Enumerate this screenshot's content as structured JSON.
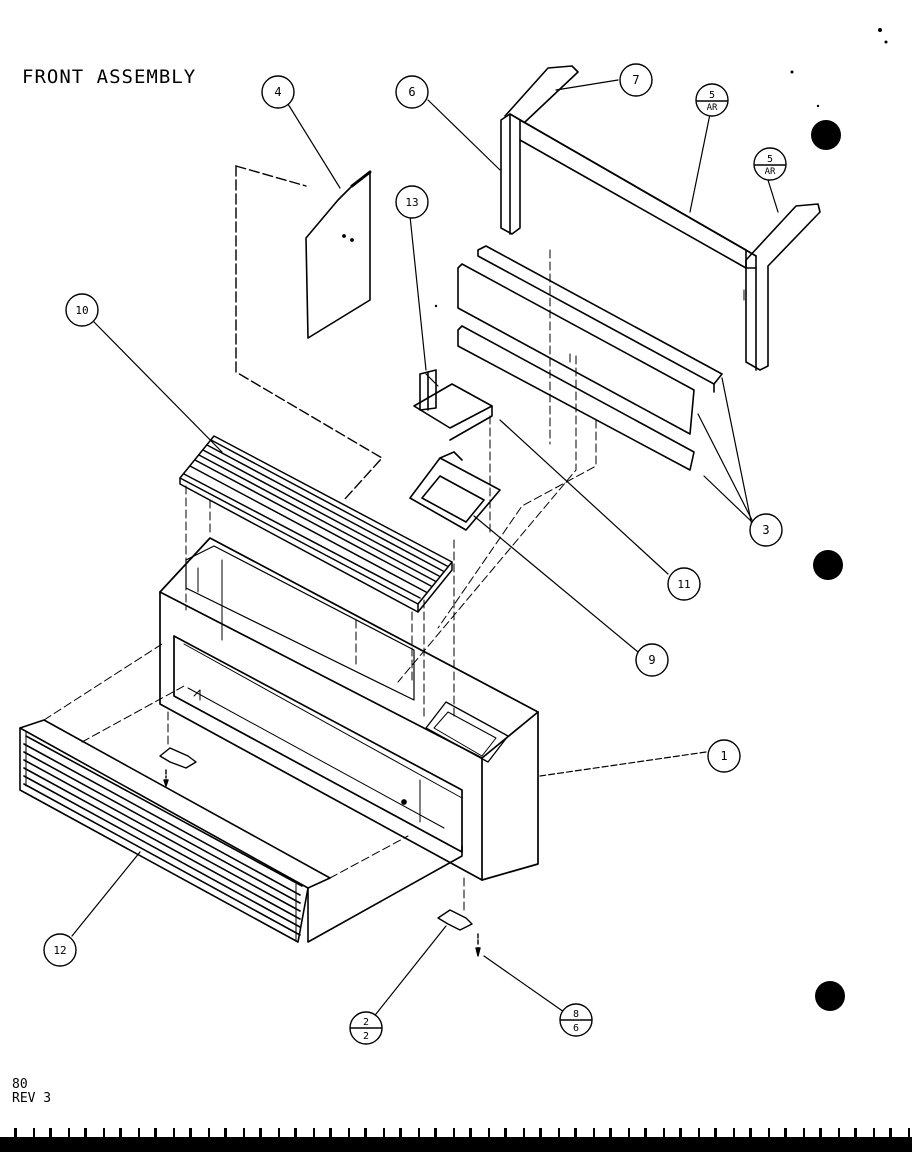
{
  "title": "FRONT ASSEMBLY",
  "footer": {
    "line1": "80",
    "line2": "REV 3"
  },
  "callouts": {
    "c1": "1",
    "c2_top": "2",
    "c2_bottom": "2",
    "c3": "3",
    "c4": "4",
    "c5a_top": "5",
    "c5a_bottom": "AR",
    "c5b_top": "5",
    "c5b_bottom": "AR",
    "c6": "6",
    "c7": "7",
    "c8_top": "8",
    "c8_bottom": "6",
    "c9": "9",
    "c10": "10",
    "c11": "11",
    "c12": "12",
    "c13": "13"
  }
}
